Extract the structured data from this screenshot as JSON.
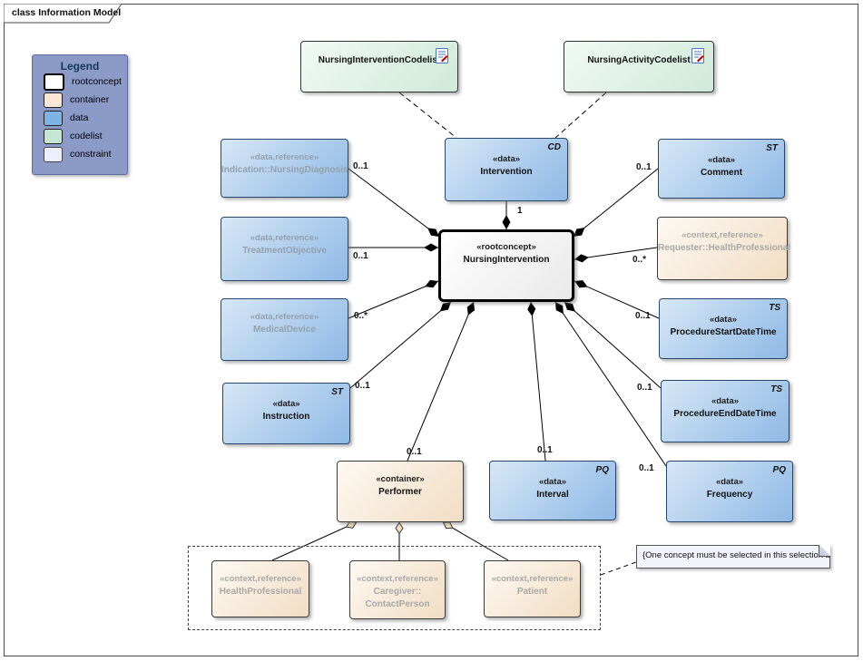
{
  "frame": {
    "title": "class Information Model"
  },
  "legend": {
    "title": "Legend",
    "items": [
      {
        "label": "rootconcept",
        "color": "#ffffff"
      },
      {
        "label": "container",
        "color": "#f9e7d4"
      },
      {
        "label": "data",
        "color": "#7fb2e5"
      },
      {
        "label": "codelist",
        "color": "#c5e6d2"
      },
      {
        "label": "constraint",
        "color": "#eceef9"
      }
    ]
  },
  "nodes": {
    "nursingInterventionCodelist": {
      "name": "NursingInterventionCodelist"
    },
    "nursingActivityCodelist": {
      "name": "NursingActivityCodelist"
    },
    "intervention": {
      "stereotype": "«data»",
      "name": "Intervention",
      "type": "CD"
    },
    "nursingIntervention": {
      "stereotype": "«rootconcept»",
      "name": "NursingIntervention"
    },
    "indication": {
      "stereotype": "«data,reference»",
      "name": "Indication::NursingDiagnosis"
    },
    "treatmentObjective": {
      "stereotype": "«data,reference»",
      "name": "TreatmentObjective"
    },
    "medicalDevice": {
      "stereotype": "«data,reference»",
      "name": "MedicalDevice"
    },
    "instruction": {
      "stereotype": "«data»",
      "name": "Instruction",
      "type": "ST"
    },
    "comment": {
      "stereotype": "«data»",
      "name": "Comment",
      "type": "ST"
    },
    "requester": {
      "stereotype": "«context,reference»",
      "name": "Requester::HealthProfessional"
    },
    "procedureStartDateTime": {
      "stereotype": "«data»",
      "name": "ProcedureStartDateTime",
      "type": "TS"
    },
    "procedureEndDateTime": {
      "stereotype": "«data»",
      "name": "ProcedureEndDateTime",
      "type": "TS"
    },
    "frequency": {
      "stereotype": "«data»",
      "name": "Frequency",
      "type": "PQ"
    },
    "performer": {
      "stereotype": "«container»",
      "name": "Performer"
    },
    "interval": {
      "stereotype": "«data»",
      "name": "Interval",
      "type": "PQ"
    },
    "healthProfessional": {
      "stereotype": "«context,reference»",
      "name": "HealthProfessional"
    },
    "caregiver": {
      "stereotype": "«context,reference»",
      "name": "Caregiver::",
      "name2": "ContactPerson"
    },
    "patient": {
      "stereotype": "«context,reference»",
      "name": "Patient"
    }
  },
  "multiplicities": {
    "indication": "0..1",
    "treatmentObjective": "0..1",
    "medicalDevice": "0..*",
    "instruction": "0..1",
    "intervention": "1",
    "comment": "0..1",
    "requester": "0..*",
    "procedureStartDateTime": "0..1",
    "procedureEndDateTime": "0..1",
    "frequency": "0..1",
    "performer": "0..1",
    "interval": "0..1"
  },
  "note": {
    "text": "{One concept must be selected in this selection box.}"
  },
  "colors": {
    "data": "#8fb9e6",
    "container": "#f2ddc3",
    "codelist": "#cfe9da",
    "constraint": "#f2f3fb",
    "rootconcept": "#ffffff",
    "legend_bg": "#8b9ac7",
    "line": "#000000"
  }
}
